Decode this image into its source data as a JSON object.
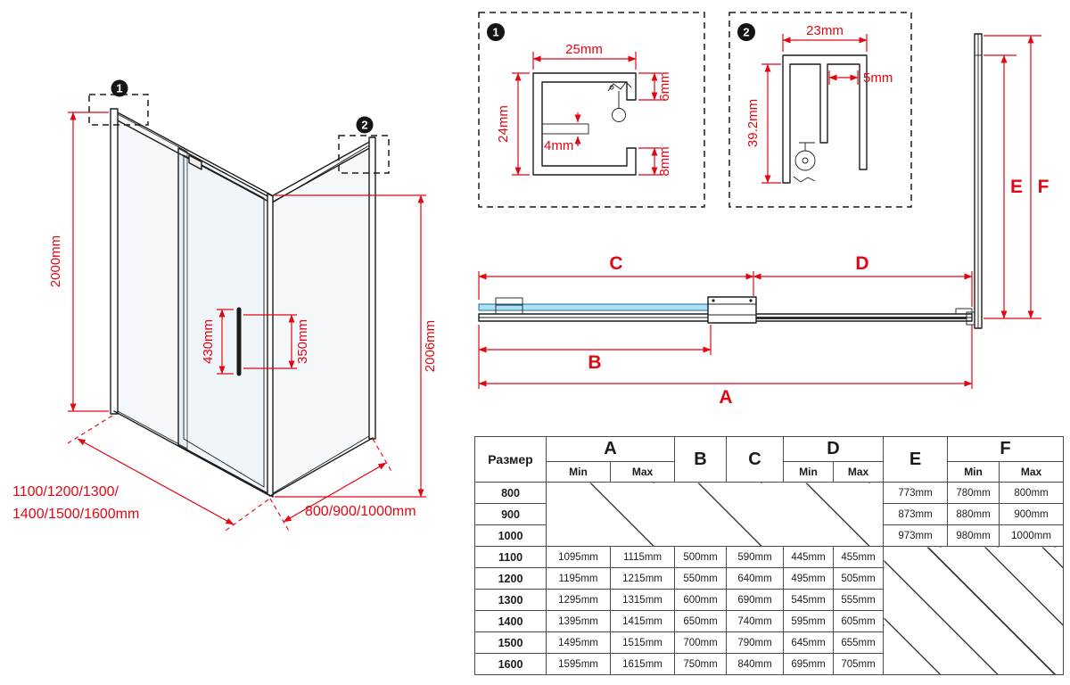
{
  "colors": {
    "dimension_red": "#e30613",
    "drawing_black": "#1c1c1c",
    "glass_blue_fill": "#aee0f2",
    "glass_blue_stroke": "#2f86b5"
  },
  "iso": {
    "badge_1": "1",
    "badge_2": "2",
    "height_left": "2000mm",
    "height_right": "2006mm",
    "handle_length": "430mm",
    "handle_holes": "350mm",
    "front_widths_1": "1100/1200/1300/",
    "front_widths_2": "1400/1500/1600mm",
    "side_widths": "800/900/1000mm"
  },
  "detail_1": {
    "badge": "1",
    "dim_top": "25mm",
    "dim_left": "24mm",
    "dim_slot": "4mm",
    "dim_upper_right": "6mm",
    "dim_lower_right": "8mm"
  },
  "detail_2": {
    "badge": "2",
    "dim_top": "23mm",
    "dim_gap": "5mm",
    "dim_left": "39.2mm"
  },
  "plan": {
    "dim_a": "A",
    "dim_b": "B",
    "dim_c": "C",
    "dim_d": "D",
    "dim_e": "E",
    "dim_f": "F"
  },
  "table": {
    "header": {
      "size": "Размер",
      "a": "A",
      "b": "B",
      "c": "C",
      "d": "D",
      "e": "E",
      "f": "F",
      "min": "Min",
      "max": "Max"
    },
    "rows": [
      {
        "size": "800",
        "e": "773mm",
        "f_min": "780mm",
        "f_max": "800mm"
      },
      {
        "size": "900",
        "e": "873mm",
        "f_min": "880mm",
        "f_max": "900mm"
      },
      {
        "size": "1000",
        "e": "973mm",
        "f_min": "980mm",
        "f_max": "1000mm"
      },
      {
        "size": "1100",
        "a_min": "1095mm",
        "a_max": "1115mm",
        "b": "500mm",
        "c": "590mm",
        "d_min": "445mm",
        "d_max": "455mm"
      },
      {
        "size": "1200",
        "a_min": "1195mm",
        "a_max": "1215mm",
        "b": "550mm",
        "c": "640mm",
        "d_min": "495mm",
        "d_max": "505mm"
      },
      {
        "size": "1300",
        "a_min": "1295mm",
        "a_max": "1315mm",
        "b": "600mm",
        "c": "690mm",
        "d_min": "545mm",
        "d_max": "555mm"
      },
      {
        "size": "1400",
        "a_min": "1395mm",
        "a_max": "1415mm",
        "b": "650mm",
        "c": "740mm",
        "d_min": "595mm",
        "d_max": "605mm"
      },
      {
        "size": "1500",
        "a_min": "1495mm",
        "a_max": "1515mm",
        "b": "700mm",
        "c": "790mm",
        "d_min": "645mm",
        "d_max": "655mm"
      },
      {
        "size": "1600",
        "a_min": "1595mm",
        "a_max": "1615mm",
        "b": "750mm",
        "c": "840mm",
        "d_min": "695mm",
        "d_max": "705mm"
      }
    ]
  }
}
